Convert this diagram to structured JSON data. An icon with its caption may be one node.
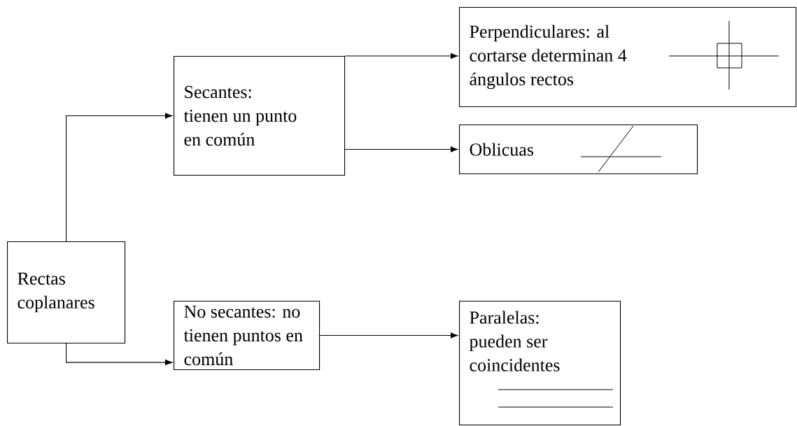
{
  "diagram": {
    "nodes": [
      {
        "text": [
          "Rectas coplanares"
        ]
      },
      {
        "text": [
          "Secantes: tienen un punto en común"
        ]
      },
      {
        "text": [
          "Perpendiculares: al cortarse determinan 4 ángulos rectos"
        ]
      },
      {
        "text": [
          "Oblicuas"
        ]
      },
      {
        "text": [
          "No secantes: no tienen puntos en común"
        ]
      },
      {
        "text": [
          "Paralelas: pueden ser coincidentes"
        ]
      }
    ],
    "edges": [
      {
        "from": 0,
        "to": 1,
        "arrow": "to"
      },
      {
        "from": 0,
        "to": 4,
        "arrow": "to"
      },
      {
        "from": 1,
        "to": 2,
        "arrow": "to"
      },
      {
        "from": 1,
        "to": 3,
        "arrow": "to"
      },
      {
        "from": 4,
        "to": 5,
        "arrow": "to"
      }
    ]
  }
}
